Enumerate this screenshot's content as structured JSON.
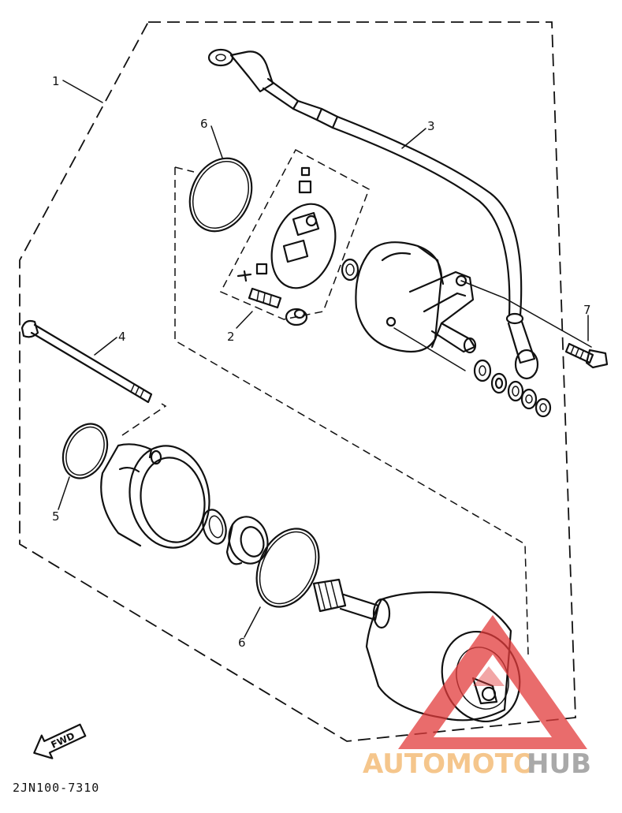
{
  "diagram": {
    "callouts": {
      "c1": "1",
      "c2": "2",
      "c3": "3",
      "c4": "4",
      "c5": "5",
      "c6a": "6",
      "c6b": "6",
      "c7": "7"
    },
    "drawing_code": "2JN100-7310",
    "fwd_label": "FWD"
  },
  "watermark": {
    "part1": "AUTOMOTO",
    "part2": "HUB",
    "color_logo": "#e23b3b",
    "color_part1": "#f5c68c",
    "color_part2": "#a9a9a9"
  }
}
